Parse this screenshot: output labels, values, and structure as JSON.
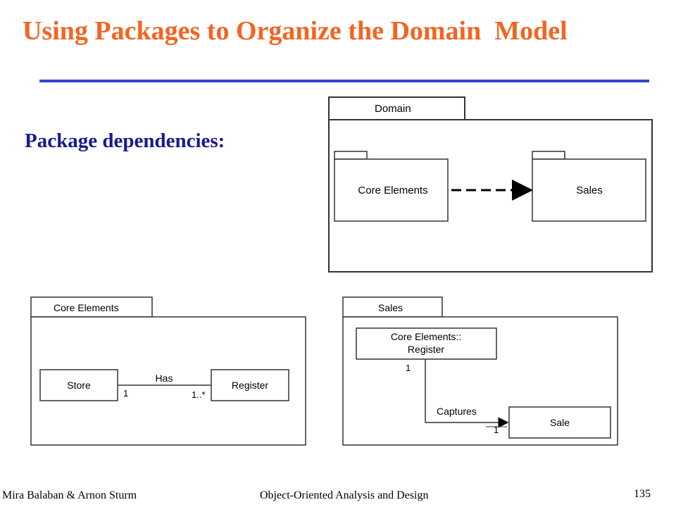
{
  "slide": {
    "title": "Using Packages to Organize the Domain  Model",
    "subtitle": "Package dependencies:",
    "footer_authors": "Mira Balaban  &  Arnon Sturm",
    "footer_course": "Object-Oriented Analysis and Design",
    "page_number": "135"
  },
  "domain_diagram": {
    "package_name": "Domain",
    "core_package": "Core Elements",
    "sales_package": "Sales"
  },
  "core_diagram": {
    "package_name": "Core Elements",
    "class_store": "Store",
    "class_register": "Register",
    "association_label": "Has",
    "mult_store": "1",
    "mult_register": "1..*"
  },
  "sales_diagram": {
    "package_name": "Sales",
    "class_register_line1": "Core Elements::",
    "class_register_line2": "Register",
    "class_sale": "Sale",
    "association_label": "Captures",
    "mult_register": "1",
    "mult_sale": "1"
  }
}
